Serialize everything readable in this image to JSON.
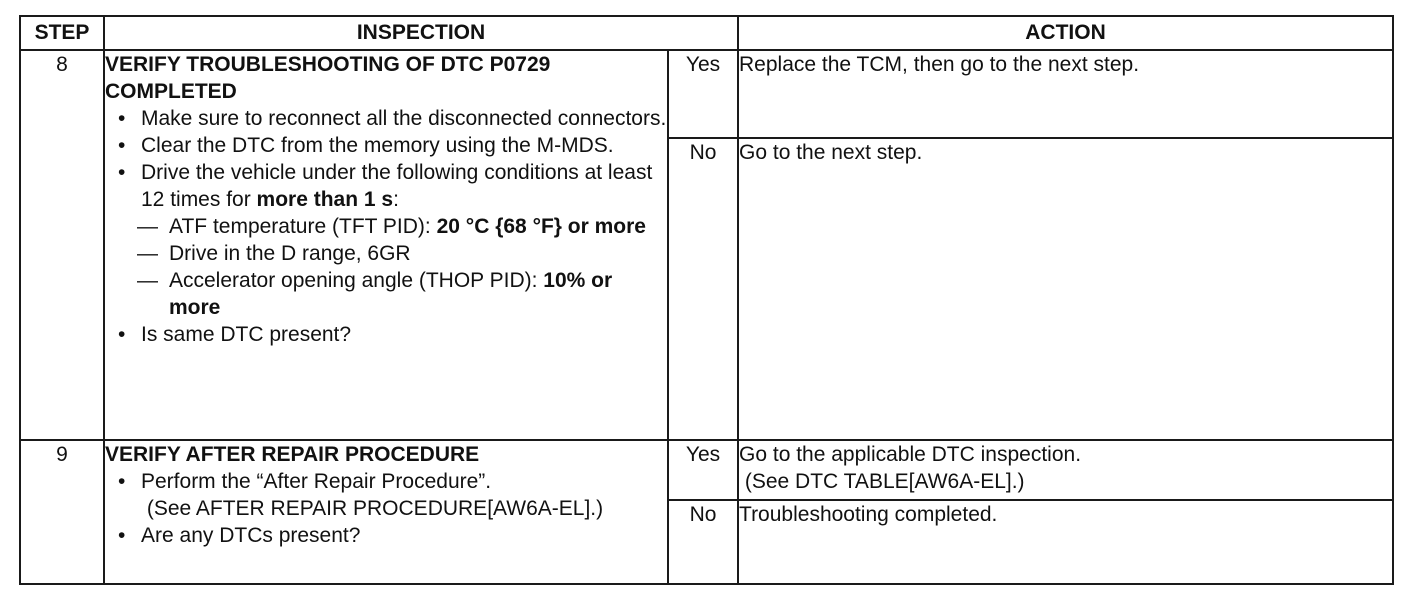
{
  "header": {
    "step": "STEP",
    "inspection": "INSPECTION",
    "action": "ACTION"
  },
  "steps": [
    {
      "number": "8",
      "title_line1": "VERIFY TROUBLESHOOTING OF DTC P0729",
      "title_line2": "COMPLETED",
      "bullet1": "Make sure to reconnect all the disconnected connectors.",
      "bullet2": "Clear the DTC from the memory using the M-MDS.",
      "bullet3_pre": "Drive the vehicle under the following conditions at least 12 times for ",
      "bullet3_bold": "more than 1 s",
      "bullet3_post": ":",
      "dash_mark": "—",
      "dash1_pre": "ATF temperature (TFT PID): ",
      "dash1_bold": "20 °C {68 °F} or more",
      "dash2": "Drive in the D range, 6GR",
      "dash3_pre": "Accelerator opening angle (THOP PID): ",
      "dash3_bold": "10% or more",
      "bullet4": "Is same DTC present?",
      "yes_label": "Yes",
      "yes_action": "Replace the TCM, then go to the next step.",
      "no_label": "No",
      "no_action": "Go to the next step."
    },
    {
      "number": "9",
      "title_line1": "VERIFY AFTER REPAIR PROCEDURE",
      "bullet1_line1": "Perform the “After Repair Procedure”.",
      "bullet1_line2": " (See AFTER REPAIR PROCEDURE[AW6A-EL].)",
      "bullet2": "Are any DTCs present?",
      "yes_label": "Yes",
      "yes_action_line1": "Go to the applicable DTC inspection.",
      "yes_action_line2": " (See DTC TABLE[AW6A-EL].)",
      "no_label": "No",
      "no_action": "Troubleshooting completed."
    }
  ]
}
